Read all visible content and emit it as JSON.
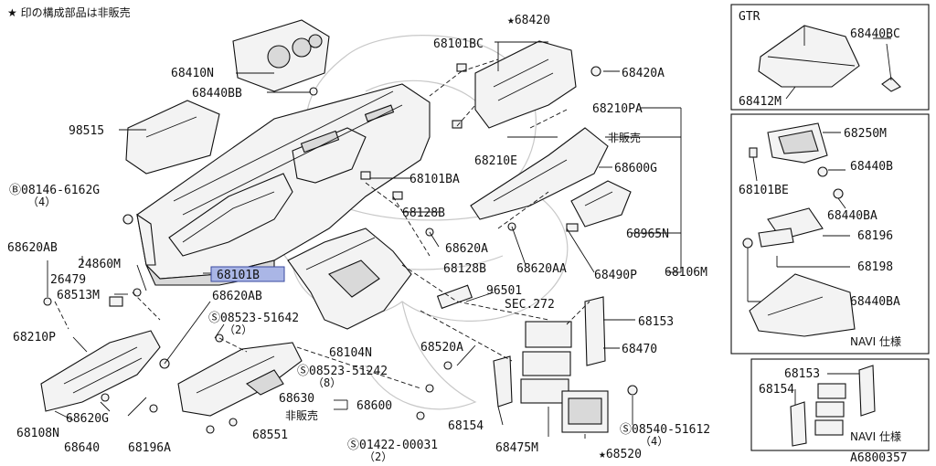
{
  "header_note": "★ 印の構成部品は非販売",
  "diagram_code": "A6800357",
  "highlighted_part": "68101B",
  "panels": {
    "gtr": {
      "title": "GTR"
    },
    "navi_top": {
      "caption": "NAVI 仕様"
    },
    "navi_bottom": {
      "caption": "NAVI 仕様"
    }
  },
  "labels": {
    "p68420": "★68420",
    "p68101BC": "68101BC",
    "p68420A": "68420A",
    "p68410N": "68410N",
    "p68440BB": "68440BB",
    "p98515": "98515",
    "p68210PA": "68210PA",
    "p_hihanbai1": "非販売",
    "p68210E": "68210E",
    "p68600G": "68600G",
    "p68101BA": "68101BA",
    "p08146": "Ⓑ08146-6162G",
    "p08146q": "（4）",
    "p68128B1": "68128B",
    "p68620A": "68620A",
    "p68965N": "68965N",
    "p68620AB1": "68620AB",
    "p24860M": "24860M",
    "p68128B2": "68128B",
    "p68620AA": "68620AA",
    "p68490P": "68490P",
    "p68106M": "68106M",
    "p26479": "26479",
    "p68513M": "68513M",
    "p68101B": "68101B",
    "p96501": "96501",
    "p68620AB2": "68620AB",
    "p08523a": "Ⓢ08523-51642",
    "p08523aq": "（2）",
    "pSEC272": "SEC.272",
    "p68210P": "68210P",
    "p68153a": "68153",
    "p68104N": "68104N",
    "p68520A": "68520A",
    "p68470": "68470",
    "p08523b": "Ⓢ08523-51242",
    "p08523bq": "（8）",
    "p68630": "68630",
    "p68600": "68600",
    "p_hihanbai2": "非販売",
    "p68108N": "68108N",
    "p68620G": "68620G",
    "p68154a": "68154",
    "p08540": "Ⓢ08540-51612",
    "p08540q": "（4）",
    "p68640": "68640",
    "p68196A": "68196A",
    "p68551": "68551",
    "p01422": "Ⓢ01422-00031",
    "p01422q": "（2）",
    "p68475M": "68475M",
    "p68520": "★68520",
    "p68440BC": "68440BC",
    "p68412M": "68412M",
    "p68250M": "68250M",
    "p68101BE": "68101BE",
    "p68440B": "68440B",
    "p68440BA1": "68440BA",
    "p68196": "68196",
    "p68198": "68198",
    "p68440BA2": "68440BA",
    "p68153b": "68153",
    "p68154b": "68154"
  }
}
